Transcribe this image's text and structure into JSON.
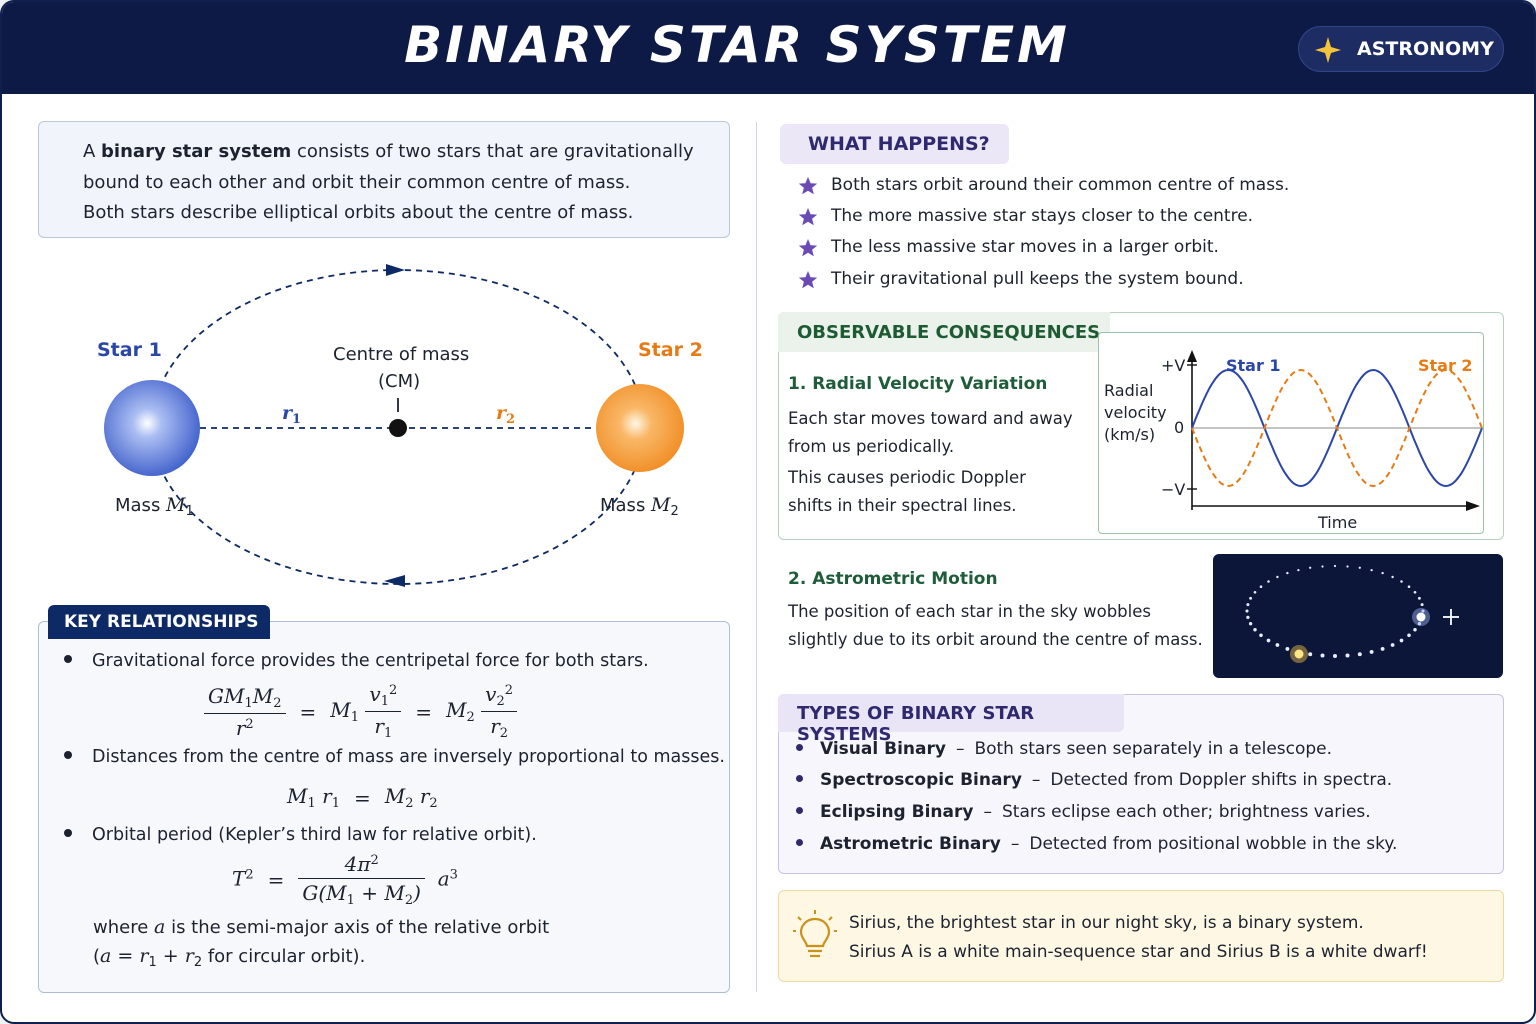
{
  "header": {
    "title": "BINARY STAR SYSTEM",
    "badge": "ASTRONOMY",
    "badge_icon": "sparkle-icon"
  },
  "intro": {
    "line1_pre": "A ",
    "line1_bold": "binary star system",
    "line1_post": " consists of two stars that are gravitationally",
    "line2": "bound to each other and orbit their common centre of mass.",
    "line3": "Both stars describe elliptical orbits about the centre of mass."
  },
  "diagram": {
    "star1_label": "Star 1",
    "star2_label": "Star 2",
    "cm_label1": "Centre of mass",
    "cm_label2": "(CM)",
    "r1": "r",
    "r1_sub": "1",
    "r2": "r",
    "r2_sub": "2",
    "mass1_text": "Mass ",
    "mass1_sym": "M",
    "mass1_sub": "1",
    "mass2_text": "Mass ",
    "mass2_sym": "M",
    "mass2_sub": "2",
    "colors": {
      "star1": "#3b5cc9",
      "star2": "#f08c22",
      "orbit": "#0d2a66"
    }
  },
  "key": {
    "title": "KEY RELATIONSHIPS",
    "b1": "Gravitational force provides the centripetal force for both stars.",
    "b2": "Distances from the centre of mass are inversely proportional to masses.",
    "b3": "Orbital period (Kepler’s third law for relative orbit).",
    "note1_pre": "where ",
    "note1_sym": "a",
    "note1_post": " is the semi-major axis of the relative orbit",
    "note2_pre": "(",
    "note2_eq": "a = r",
    "note2_sub1": "1",
    "note2_plus": " + r",
    "note2_sub2": "2",
    "note2_post": " for circular orbit)."
  },
  "what": {
    "title": "WHAT HAPPENS?",
    "items": [
      "Both stars orbit around their common centre of mass.",
      "The more massive star stays closer to the centre.",
      "The less massive star moves in a larger orbit.",
      "Their gravitational pull keeps the system bound."
    ]
  },
  "observable": {
    "title": "OBSERVABLE CONSEQUENCES",
    "rv_heading": "1. Radial Velocity Variation",
    "rv_line1": "Each star moves toward and away",
    "rv_line2": "from us periodically.",
    "rv_line3": "This causes periodic Doppler",
    "rv_line4": "shifts in their spectral lines.",
    "graph": {
      "y_label1": "Radial",
      "y_label2": "velocity",
      "y_label3": "(km/s)",
      "y_top": "+V",
      "y_zero": "0",
      "y_bottom": "−V",
      "x_label": "Time",
      "series1": "Star 1",
      "series2": "Star 2"
    },
    "astro_heading": "2. Astrometric Motion",
    "astro_line1": "The position of each star in the sky wobbles",
    "astro_line2": "slightly due to its orbit around the centre of mass."
  },
  "types": {
    "title": "TYPES OF BINARY STAR SYSTEMS",
    "items": [
      {
        "name": "Visual Binary",
        "desc": "Both stars seen separately in a telescope."
      },
      {
        "name": "Spectroscopic Binary",
        "desc": "Detected from Doppler shifts in spectra."
      },
      {
        "name": "Eclipsing Binary",
        "desc": "Stars eclipse each other; brightness varies."
      },
      {
        "name": "Astrometric Binary",
        "desc": "Detected from positional wobble in the sky."
      }
    ]
  },
  "tip": {
    "icon": "lightbulb-icon",
    "line1": "Sirius, the brightest star in our night sky, is a binary system.",
    "line2": "Sirius A is a white main-sequence star and Sirius B is a white dwarf!"
  }
}
